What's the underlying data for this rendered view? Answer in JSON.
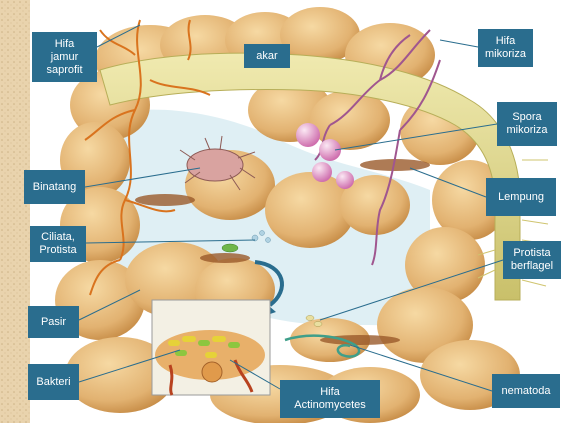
{
  "labels": {
    "hifa_jamur_saprofit": "Hifa\njamur\nsaprofit",
    "akar": "akar",
    "hifa_mikoriza": "Hifa\nmikoriza",
    "spora_mikoriza": "Spora\nmikoriza",
    "binatang": "Binatang",
    "lempung": "Lempung",
    "ciliata_protista": "Ciliata,\nProtista",
    "protista_berflagel": "Protista\nberflagel",
    "pasir": "Pasir",
    "bakteri": "Bakteri",
    "hifa_actinomycetes": "Hifa\nActinomycetes",
    "nematoda": "nematoda"
  },
  "colors": {
    "label_bg": "#2a6d8e",
    "label_text": "#ffffff",
    "soil_aggregate": "#e5b978",
    "soil_aggregate_dark": "#c98d45",
    "root": "#ded88a",
    "pore_water": "#d4e9f0",
    "saprophytic_hyphae": "#d9731e",
    "mycorrhizal_hyphae": "#a0568f",
    "leader_line": "#2a6d8e"
  }
}
